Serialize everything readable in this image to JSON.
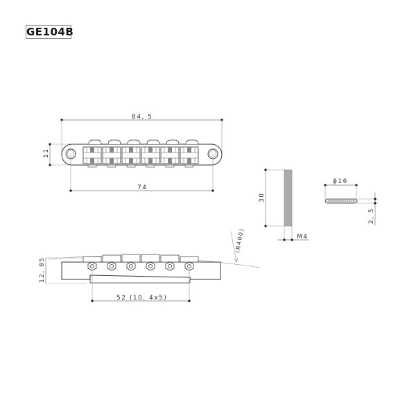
{
  "title": "GE104B",
  "top_view": {
    "overall_length": "84, 5",
    "height": "11",
    "post_spacing": "74",
    "saddle_count": 6
  },
  "stud": {
    "length": "30",
    "thread": "M4"
  },
  "thumbwheel": {
    "diameter": "ϕ16",
    "thickness": "2, 5"
  },
  "side_view": {
    "height_total": "12, 85",
    "radius": "(R400)",
    "string_spacing": "52 (10, 4x5)"
  },
  "colors": {
    "line": "#333333",
    "dim_line": "#777777",
    "hatch": "#888888"
  }
}
